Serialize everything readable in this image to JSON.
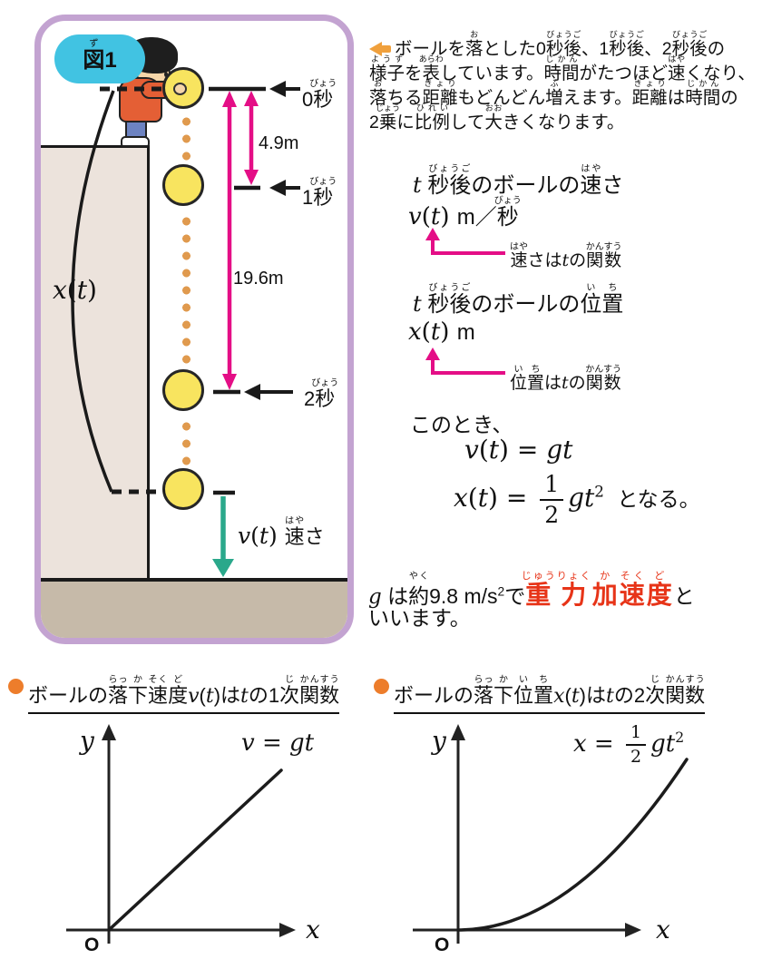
{
  "colors": {
    "panel_border": "#c3a3d1",
    "badge_blue": "#41c3e2",
    "ball_yellow": "#f8e45f",
    "trail_dot_orange": "#e09a4e",
    "accent_pink": "#e40e86",
    "velocity_teal": "#2aa88b",
    "wall_beige": "#ece3dc",
    "ground_tan": "#c6baa9",
    "emphasis_red": "#e73418",
    "bullet_orange": "#ed7d2b",
    "intro_arrow_orange": "#f0a03c"
  },
  "figure": {
    "badge": "<ruby>図<rt>ず</rt></ruby>1",
    "time_labels": [
      "0<ruby>秒<rt>びょう</rt></ruby>",
      "1<ruby>秒<rt>びょう</rt></ruby>",
      "2<ruby>秒<rt>びょう</rt></ruby>"
    ],
    "distances": [
      "4.9m",
      "19.6m"
    ],
    "x_label": "<span class=\"mi\">x</span>(<span class=\"mi\">t</span>)",
    "v_label": "<span class=\"mi\">v</span>(<span class=\"mi\">t</span>) <span class=\"unit-jp\"><ruby>速<rt>はや</rt></ruby>さ</span>"
  },
  "intro": {
    "lines": [
      "ボールを<ruby>落<rt>お</rt></ruby>とした0<ruby>秒後<rt>びょうご</rt></ruby>、1<ruby>秒後<rt>びょうご</rt></ruby>、2<ruby>秒後<rt>びょうご</rt></ruby>の",
      "<ruby>様子<rt>ようす</rt></ruby>を<ruby>表<rt>あらわ</rt></ruby>しています。<ruby>時間<rt>じかん</rt></ruby>がたつほど<ruby>速<rt>はや</rt></ruby>くなり、",
      "<ruby>落<rt>お</rt></ruby>ちる<ruby>距離<rt>きょり</rt></ruby>もどんどん<ruby>増<rt>ふ</rt></ruby>えます。<ruby>距離<rt>きょり</rt></ruby>は<ruby>時間<rt>じかん</rt></ruby>の",
      "2<ruby>乗<rt>じょう</rt></ruby>に<ruby>比例<rt>ひれい</rt></ruby>して<ruby>大<rt>おお</rt></ruby>きくなります。"
    ]
  },
  "speed": {
    "title": "<span class=\"mi\">t</span> <ruby>秒後<rt>びょうご</rt></ruby>のボールの<ruby>速<rt>はや</rt></ruby>さ",
    "formula": "<span class=\"mi\">v</span>(<span class=\"mi\">t</span>) <span class=\"unit\">m／<ruby>秒<rt>びょう</rt></ruby></span>",
    "note": "<ruby>速<rt>はや</rt></ruby>さは<span class=\"mi\">t</span>の<ruby>関数<rt>かんすう</rt></ruby>"
  },
  "position": {
    "title": "<span class=\"mi\">t</span> <ruby>秒後<rt>びょうご</rt></ruby>のボールの<ruby>位置<rt>いち</rt></ruby>",
    "formula": "<span class=\"mi\">x</span>(<span class=\"mi\">t</span>) <span class=\"unit\">m</span>",
    "note": "<ruby>位置<rt>いち</rt></ruby>は<span class=\"mi\">t</span>の<ruby>関数<rt>かんすう</rt></ruby>"
  },
  "equations": {
    "lead": "このとき、",
    "eq1": "<span class=\"mi\">v</span>(<span class=\"mi\">t</span>) = <span class=\"mi\">gt</span>",
    "eq2": "<span class=\"mi\">x</span>(<span class=\"mi\">t</span>) = <span class=\"frac\"><span class=\"num\">1</span><span class=\"den\">2</span></span><span class=\"mi\">gt</span><sup>2</sup><span class=\"jp\"> となる。</span>"
  },
  "gravity": {
    "line1": "<span class=\"mi\">g</span> は<ruby>約<rt>やく</rt></ruby>9.8 m/s<sup>2</sup>で<span class=\"red-em\"><ruby>重力<rt>じゅうりょく</rt></ruby><ruby>加<rt>か</rt></ruby><ruby>速<rt>そく</rt></ruby><ruby>度<rt>ど</rt></ruby></span>と",
    "line2": "いいます。"
  },
  "graphs": [
    {
      "type": "line",
      "header": "ボールの<ruby>落<rt>らっ</rt></ruby><ruby>下<rt>か</rt></ruby><ruby>速<rt>そく</rt></ruby><ruby>度<rt>ど</rt></ruby><span class=\"mi\">v</span>(<span class=\"mi\">t</span>)は<span class=\"mi\">t</span>の1<ruby>次<rt>じ</rt></ruby><ruby>関数<rt>かんすう</rt></ruby>",
      "curve_label": "<span class=\"mi\">v</span> = <span class=\"mi\">gt</span>",
      "y_axis": "y",
      "x_axis": "x",
      "origin": "O"
    },
    {
      "type": "parabola",
      "header": "ボールの<ruby>落<rt>らっ</rt></ruby><ruby>下<rt>か</rt></ruby><ruby>位<rt>い</rt></ruby><ruby>置<rt>ち</rt></ruby><span class=\"mi\">x</span>(<span class=\"mi\">t</span>)は<span class=\"mi\">t</span>の2<ruby>次<rt>じ</rt></ruby><ruby>関数<rt>かんすう</rt></ruby>",
      "curve_label": "<span class=\"mi\">x</span> = <span class=\"frac frac-s\"><span class=\"num\">1</span><span class=\"den\">2</span></span><span class=\"mi\">gt</span><sup>2</sup>",
      "y_axis": "y",
      "x_axis": "x",
      "origin": "O"
    }
  ]
}
